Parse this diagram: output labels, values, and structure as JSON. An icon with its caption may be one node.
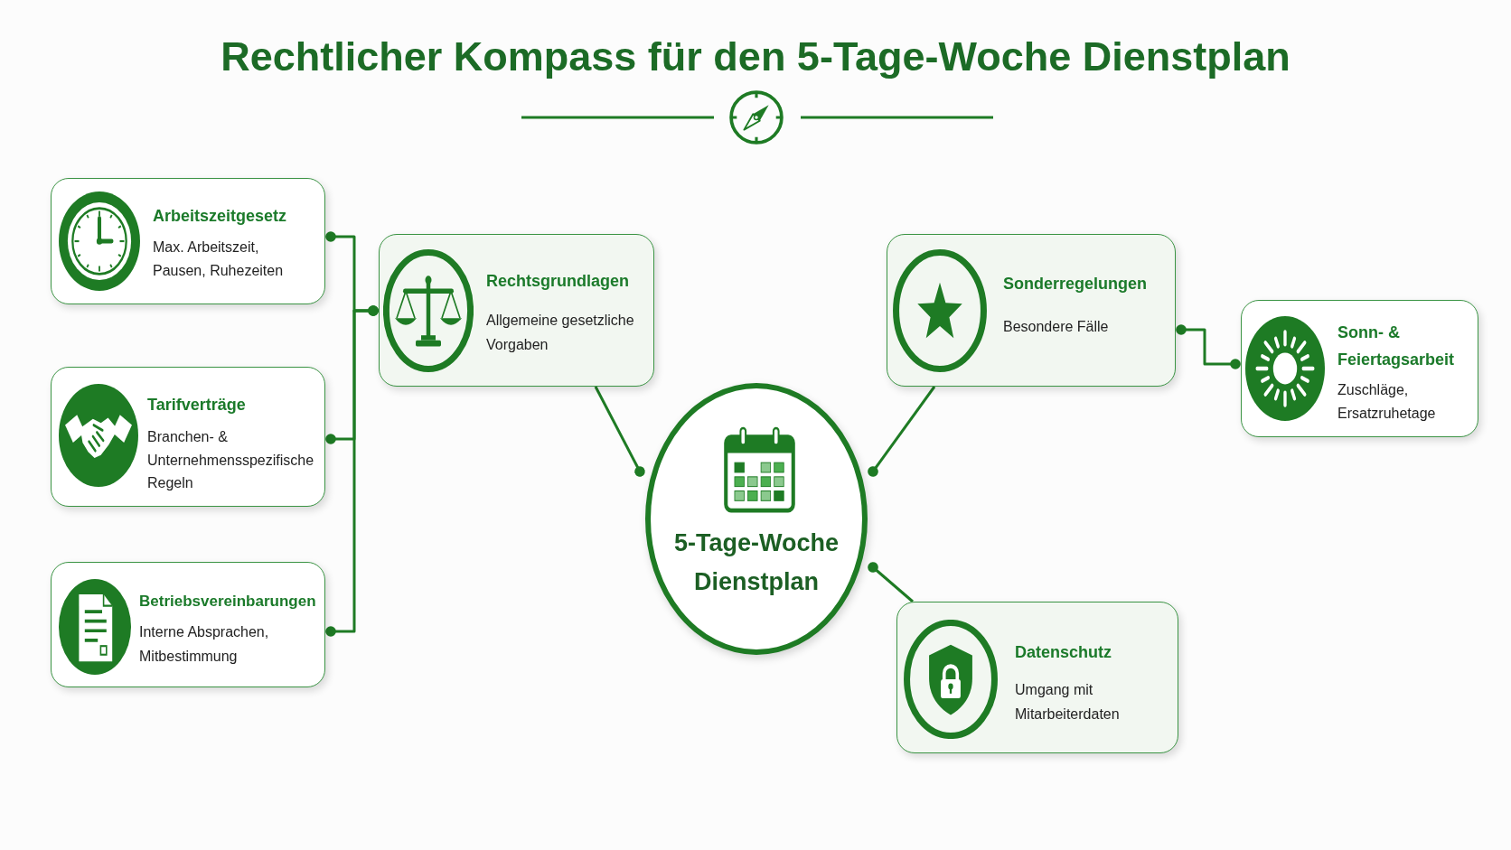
{
  "diagram": {
    "title": "Rechtlicher Kompass für den 5-Tage-Woche Dienstplan",
    "nodes": [
      {
        "text": [
          "Arbeitszeitgesetz",
          "Max. Arbeitszeit, Pausen, Ruhezeiten"
        ]
      },
      {
        "text": [
          "Tarifverträge",
          "Branchen- & Unternehmensspezifische Regeln"
        ]
      },
      {
        "text": [
          "Betriebsvereinbarungen",
          "Interne Absprachen, Mitbestimmung"
        ]
      },
      {
        "text": [
          "Rechtsgrundlagen",
          "Allgemeine gesetzliche Vorgaben"
        ]
      },
      {
        "text": [
          "5-Tage-Woche Dienstplan"
        ]
      },
      {
        "text": [
          "Sonderregelungen",
          "Besondere Fälle"
        ]
      },
      {
        "text": [
          "Sonn- & Feiertagsarbeit",
          "Zuschläge, Ersatzruhetage"
        ]
      },
      {
        "text": [
          "Datenschutz",
          "Umgang mit Mitarbeiterdaten"
        ]
      }
    ],
    "edges": [
      {
        "from": 3,
        "to": 0,
        "arrow": "other"
      },
      {
        "from": 3,
        "to": 1,
        "arrow": "other"
      },
      {
        "from": 3,
        "to": 2,
        "arrow": "other"
      },
      {
        "from": 4,
        "to": 3,
        "arrow": "other"
      },
      {
        "from": 4,
        "to": 5,
        "arrow": "other"
      },
      {
        "from": 4,
        "to": 7,
        "arrow": "other"
      },
      {
        "from": 5,
        "to": 6,
        "arrow": "other"
      }
    ]
  }
}
